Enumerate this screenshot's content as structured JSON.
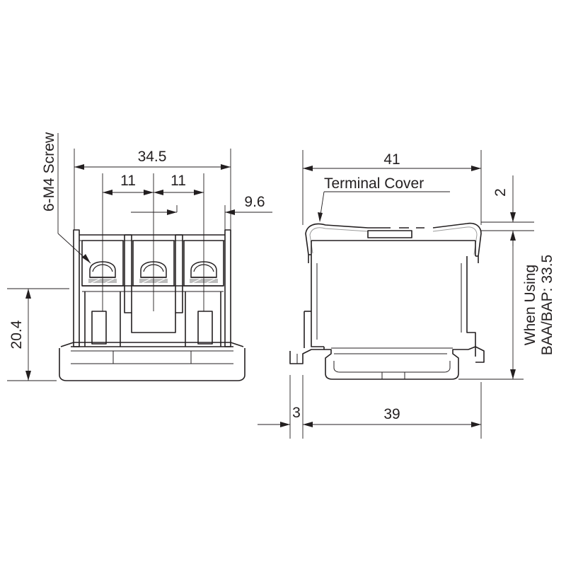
{
  "front_view": {
    "screw_label": "6-M4 Screw",
    "dim_overall_width": "34.5",
    "dim_pitch_left": "11",
    "dim_pitch_right": "11",
    "dim_right_offset": "9.6",
    "dim_height": "20.4"
  },
  "side_view": {
    "dim_cover_width": "41",
    "cover_label": "Terminal Cover",
    "dim_top_offset": "2",
    "height_note_line1": "When Using",
    "height_note_line2": "BAA/BAP: 33.5",
    "dim_foot": "3",
    "dim_base_width": "39"
  }
}
